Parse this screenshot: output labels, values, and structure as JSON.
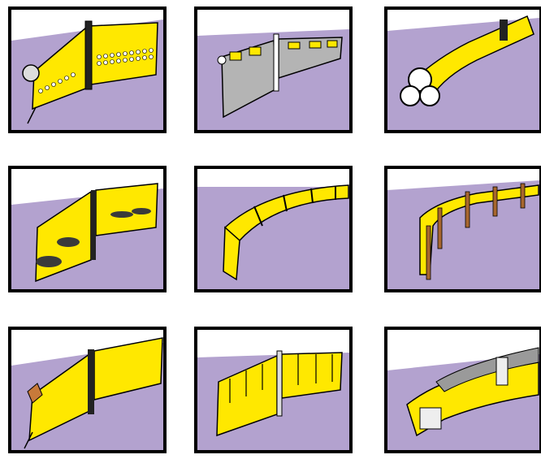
{
  "panels": [
    {
      "id": "boom-1",
      "variant": "float-boom-perforated-skirt"
    },
    {
      "id": "boom-2",
      "variant": "grey-curtain-boom-with-floats"
    },
    {
      "id": "boom-3",
      "variant": "inflatable-round-boom"
    },
    {
      "id": "boom-4",
      "variant": "fence-boom-with-plate-stabilizers"
    },
    {
      "id": "boom-5",
      "variant": "curved-boom-with-straps"
    },
    {
      "id": "boom-6",
      "variant": "boom-with-stakes"
    },
    {
      "id": "boom-7",
      "variant": "fence-boom-with-ballast"
    },
    {
      "id": "boom-8",
      "variant": "pocketed-curtain-boom"
    },
    {
      "id": "boom-9",
      "variant": "netted-containment-boom"
    }
  ],
  "colors": {
    "water": "#b3a2cf",
    "sky": "#ffffff",
    "boom": "#ffe800",
    "outline": "#000000",
    "curtain": "#b4b4b4",
    "stake": "#a8672e",
    "plate": "#3a3a3a"
  }
}
